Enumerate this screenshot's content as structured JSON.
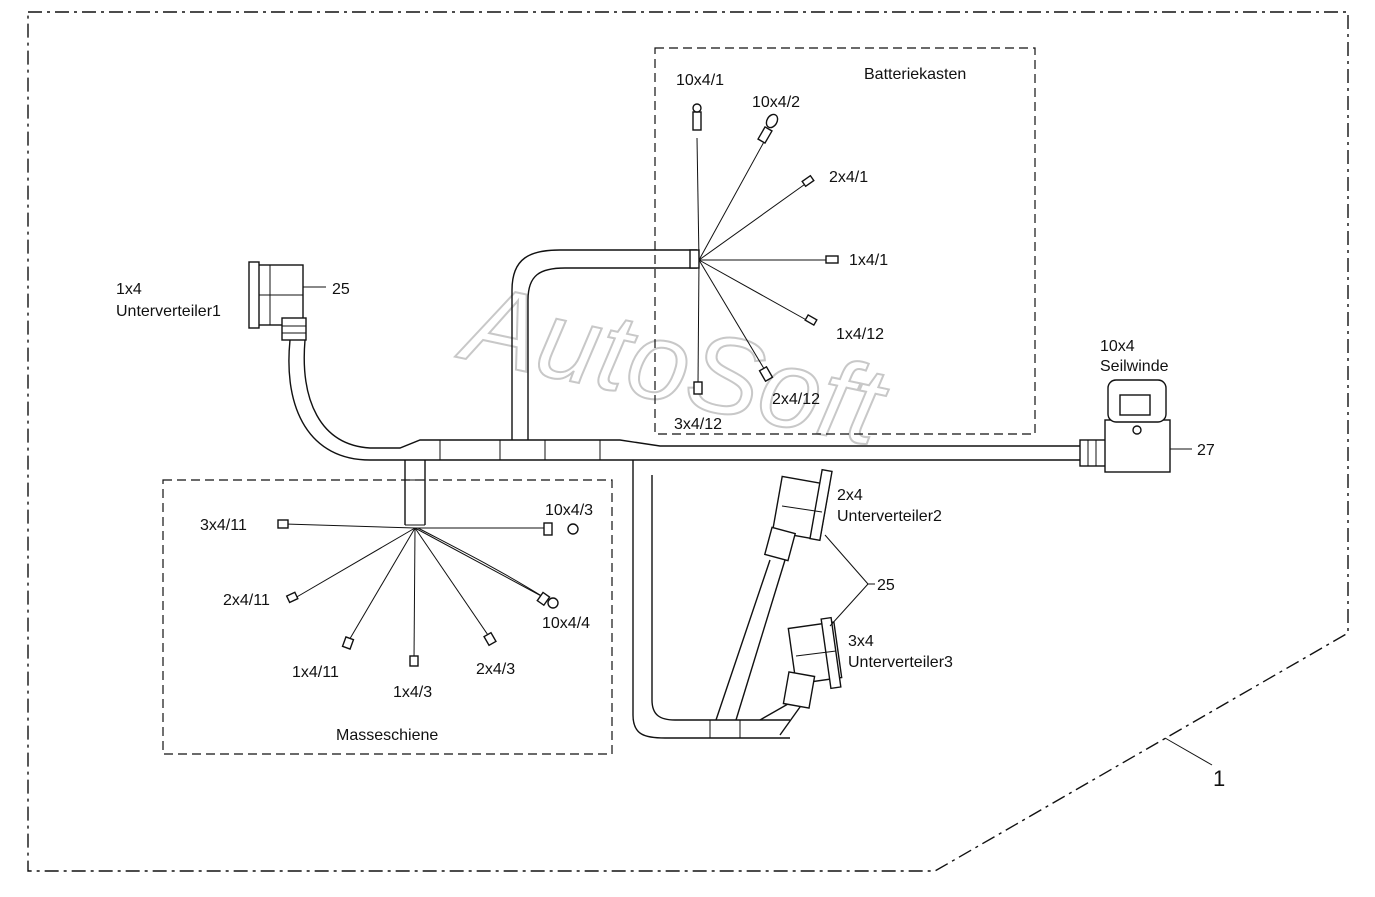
{
  "watermark": "AutoSoft",
  "regions": {
    "battery_box": "Batteriekasten",
    "ground_bar": "Masseschiene"
  },
  "connectors": {
    "sub1": {
      "size": "1x4",
      "name": "Unterverteiler1",
      "ref": "25"
    },
    "sub2": {
      "size": "2x4",
      "name": "Unterverteiler2"
    },
    "sub3": {
      "size": "3x4",
      "name": "Unterverteiler3"
    },
    "winch": {
      "size": "10x4",
      "name": "Seilwinde",
      "ref": "27"
    },
    "shared_ref": "25"
  },
  "battery_wires": [
    "10x4/1",
    "10x4/2",
    "2x4/1",
    "1x4/1",
    "1x4/12",
    "2x4/12",
    "3x4/12"
  ],
  "ground_wires": [
    "3x4/11",
    "10x4/3",
    "2x4/11",
    "10x4/4",
    "1x4/11",
    "1x4/3",
    "2x4/3"
  ],
  "assembly_ref": "1"
}
